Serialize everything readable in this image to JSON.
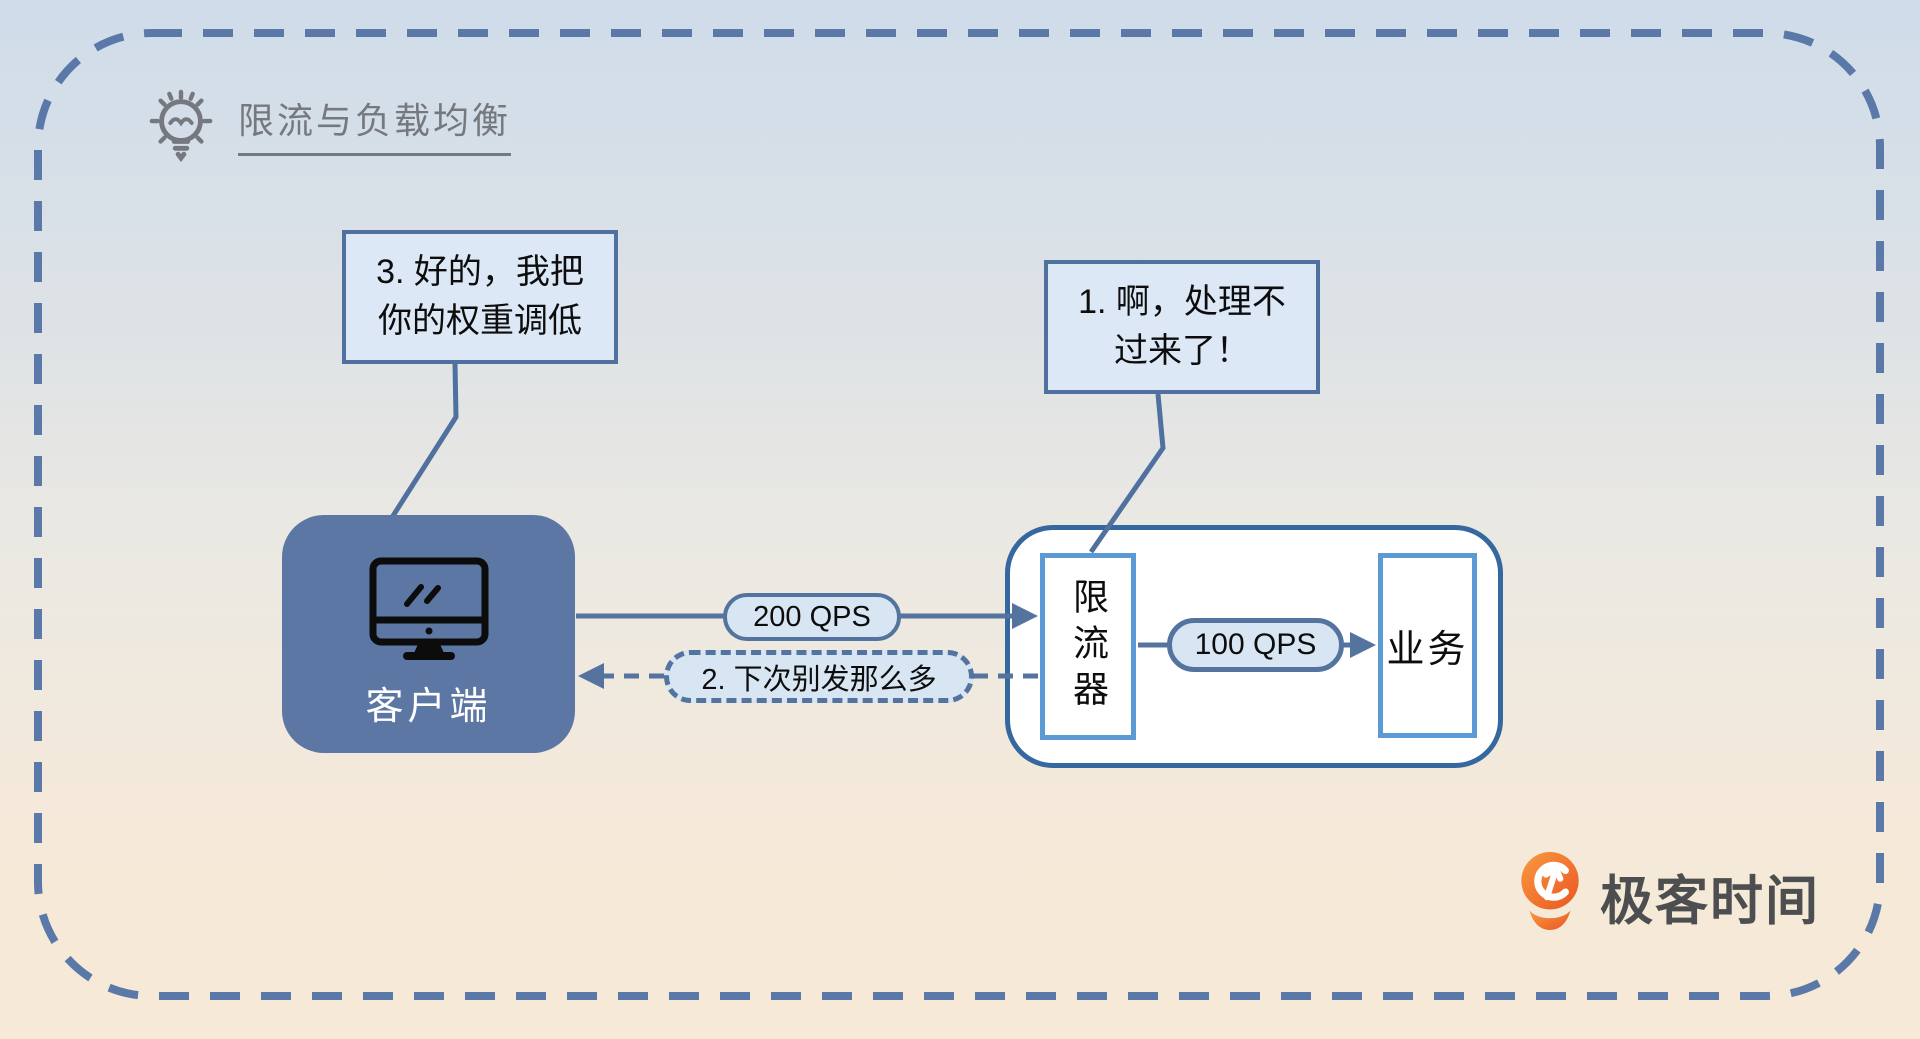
{
  "title": {
    "text": "限流与负载均衡"
  },
  "callouts": {
    "adjust_weight": {
      "line1": "3. 好的，我把",
      "line2": "你的权重调低"
    },
    "overwhelmed": {
      "line1": "1. 啊，处理不",
      "line2": "过来了！"
    }
  },
  "nodes": {
    "client": {
      "label": "客户端"
    },
    "rate_limiter": {
      "label": "限流器"
    },
    "service": {
      "label": "业务"
    }
  },
  "flows": {
    "request": {
      "label": "200 QPS"
    },
    "feedback": {
      "label": "2. 下次别发那么多"
    },
    "limited": {
      "label": "100 QPS"
    }
  },
  "logo": {
    "text": "极客时间"
  },
  "colors": {
    "frame_dash_blue": "#5a79a8",
    "connector_blue": "#50709f",
    "client_fill": "#5c77a4",
    "callout_fill": "#dce8f5",
    "pill_fill": "#d8e6f3",
    "gateway_border": "#35689e",
    "inner_node_border": "#5b9bd5",
    "title_gray": "#75797f",
    "logo_orange": "#ee6b2d",
    "logo_text_gray": "#4c4e50",
    "bg_top": "#cfdce9",
    "bg_bottom": "#f6e9d7"
  }
}
